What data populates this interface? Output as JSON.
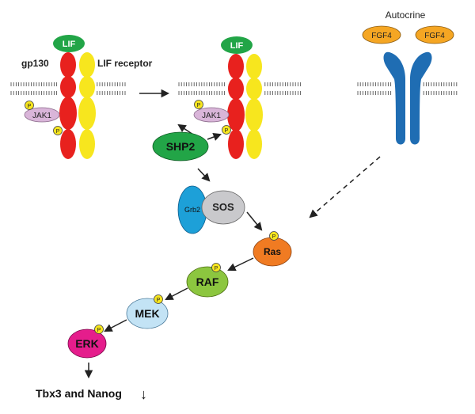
{
  "labels": {
    "lif_left": "LIF",
    "lif_right": "LIF",
    "gp130": "gp130",
    "lif_receptor": "LIF receptor",
    "jak1_left": "JAK1",
    "jak1_right": "JAK1",
    "phospho": "P",
    "shp2": "SHP2",
    "grb2": "Grb2",
    "sos": "SOS",
    "ras": "Ras",
    "raf": "RAF",
    "mek": "MEK",
    "erk": "ERK",
    "autocrine": "Autocrine",
    "fgf4_left": "FGF4",
    "fgf4_right": "FGF4",
    "output": "Tbx3 and Nanog",
    "output_arrow": "↓"
  },
  "colors": {
    "lif": "#22a547",
    "gp130": "#e8211e",
    "lif_receptor": "#f7e61e",
    "jak1": "#d9b5d9",
    "phospho": "#f7e61e",
    "shp2": "#22a547",
    "grb2": "#1da0d8",
    "sos": "#c9c9cc",
    "ras": "#f07b22",
    "raf": "#8cc63f",
    "mek": "#c3e3f5",
    "erk": "#e51d8c",
    "fgf4": "#f5a623",
    "fgfr": "#1f6db3",
    "membrane": "#555555"
  }
}
